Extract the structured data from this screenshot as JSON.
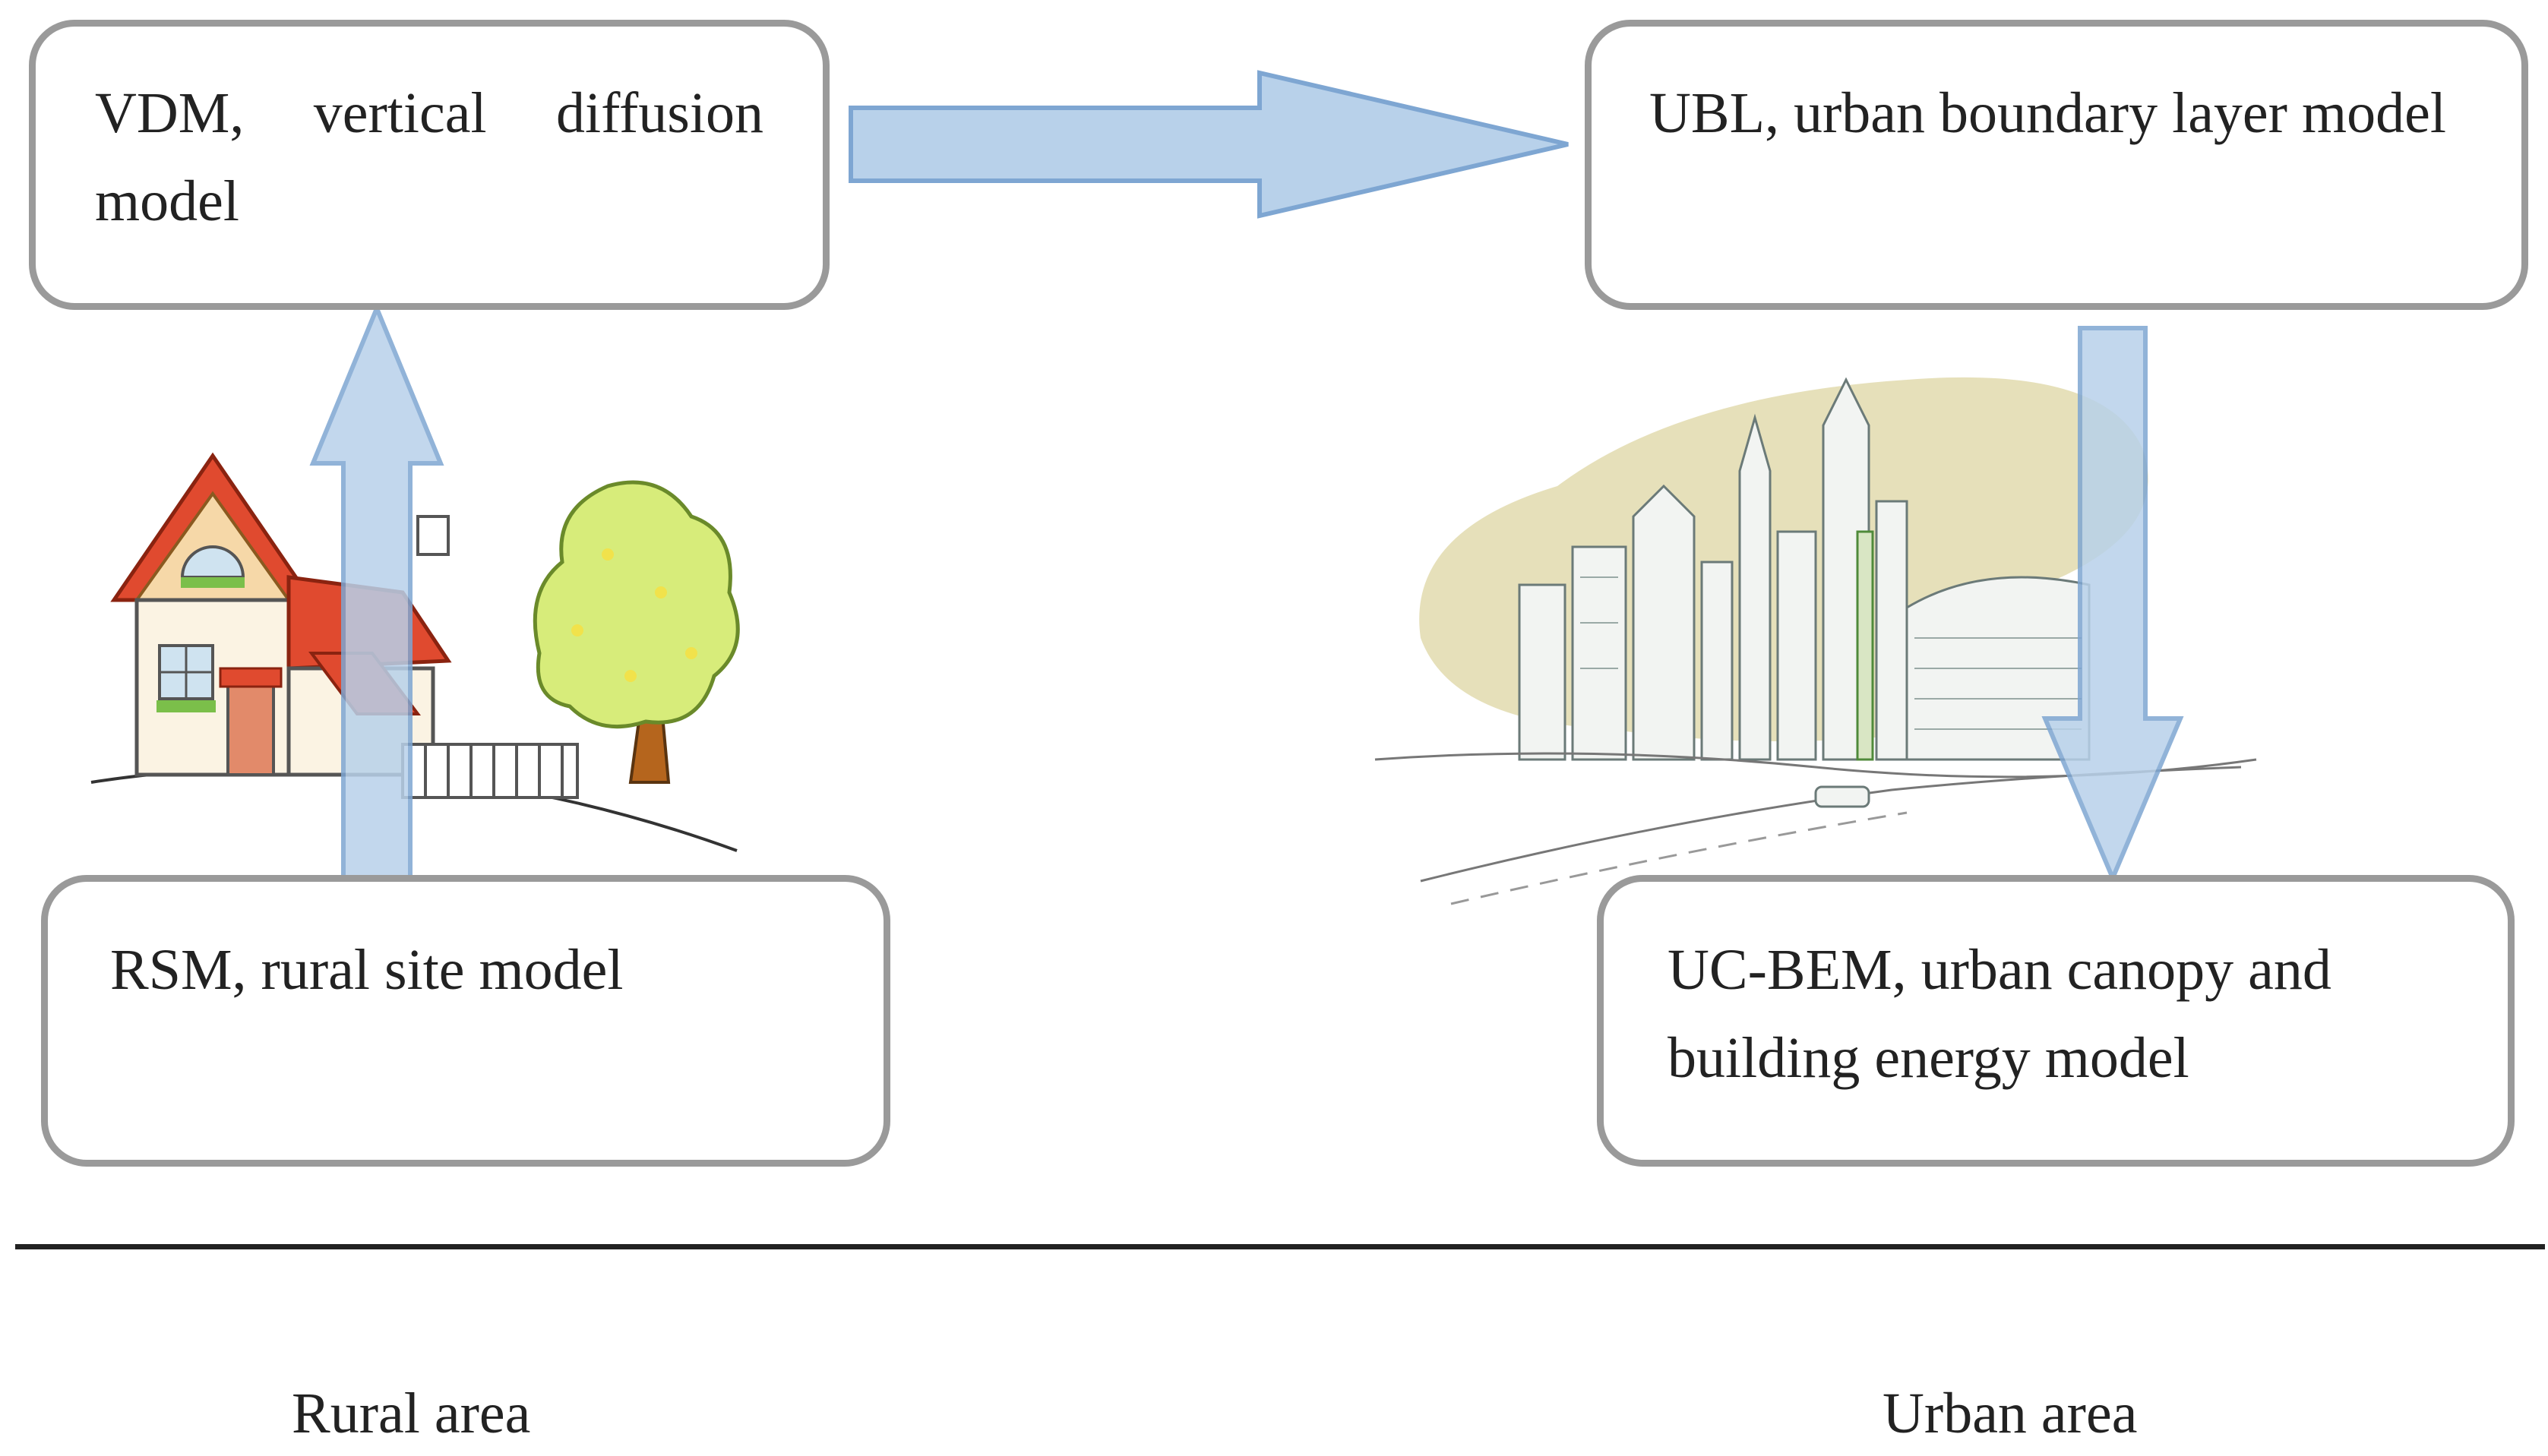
{
  "boxes": {
    "vdm": "VDM, vertical diffusion model",
    "ubl": "UBL, urban boundary layer model",
    "rsm": "RSM, rural site model",
    "ucbem": "UC-BEM, urban canopy and building energy model"
  },
  "areas": {
    "rural": "Rural area",
    "urban": "Urban area"
  },
  "colors": {
    "box_border": "#9a9a9a",
    "arrow_fill": "#b8d1ea",
    "arrow_stroke": "#7ea6d2",
    "divider": "#222222"
  }
}
